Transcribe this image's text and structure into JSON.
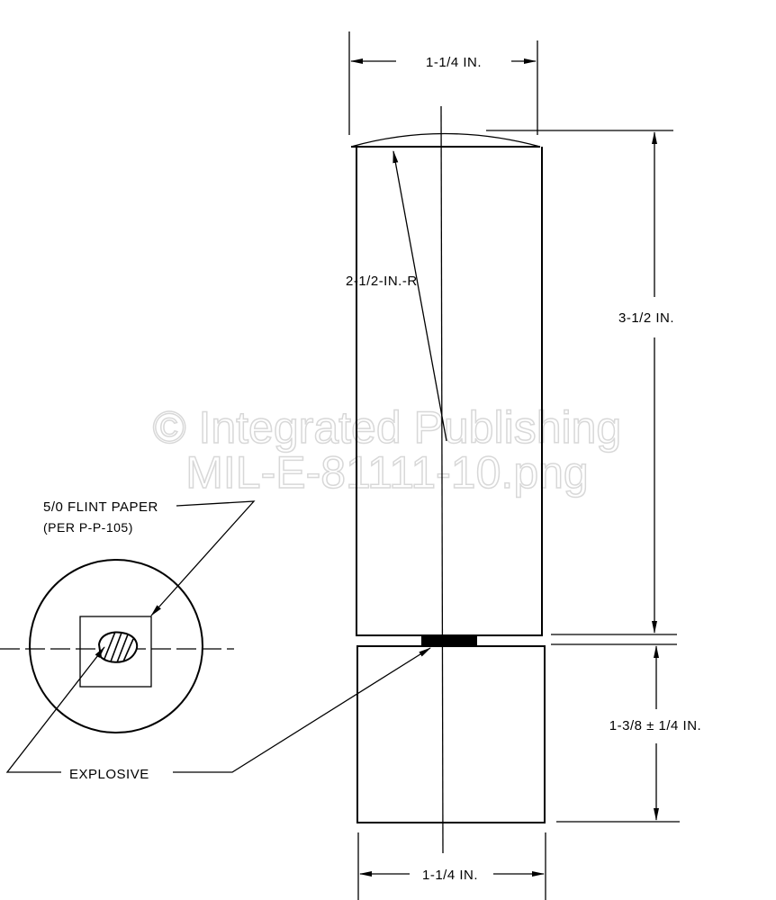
{
  "dimensions": {
    "top_width": "1-1/4 IN.",
    "bottom_width": "1-1/4 IN.",
    "upper_height": "3-1/2 IN.",
    "lower_height": "1-3/8 ± 1/4 IN.",
    "radius": "2-1/2-IN.-R"
  },
  "callouts": {
    "flint_paper_line1": "5/0 FLINT PAPER",
    "flint_paper_line2": "(PER P-P-105)",
    "explosive": "EXPLOSIVE"
  },
  "watermark": {
    "line1": "© Integrated Publishing",
    "line2": "MIL-E-81111-10.png"
  }
}
